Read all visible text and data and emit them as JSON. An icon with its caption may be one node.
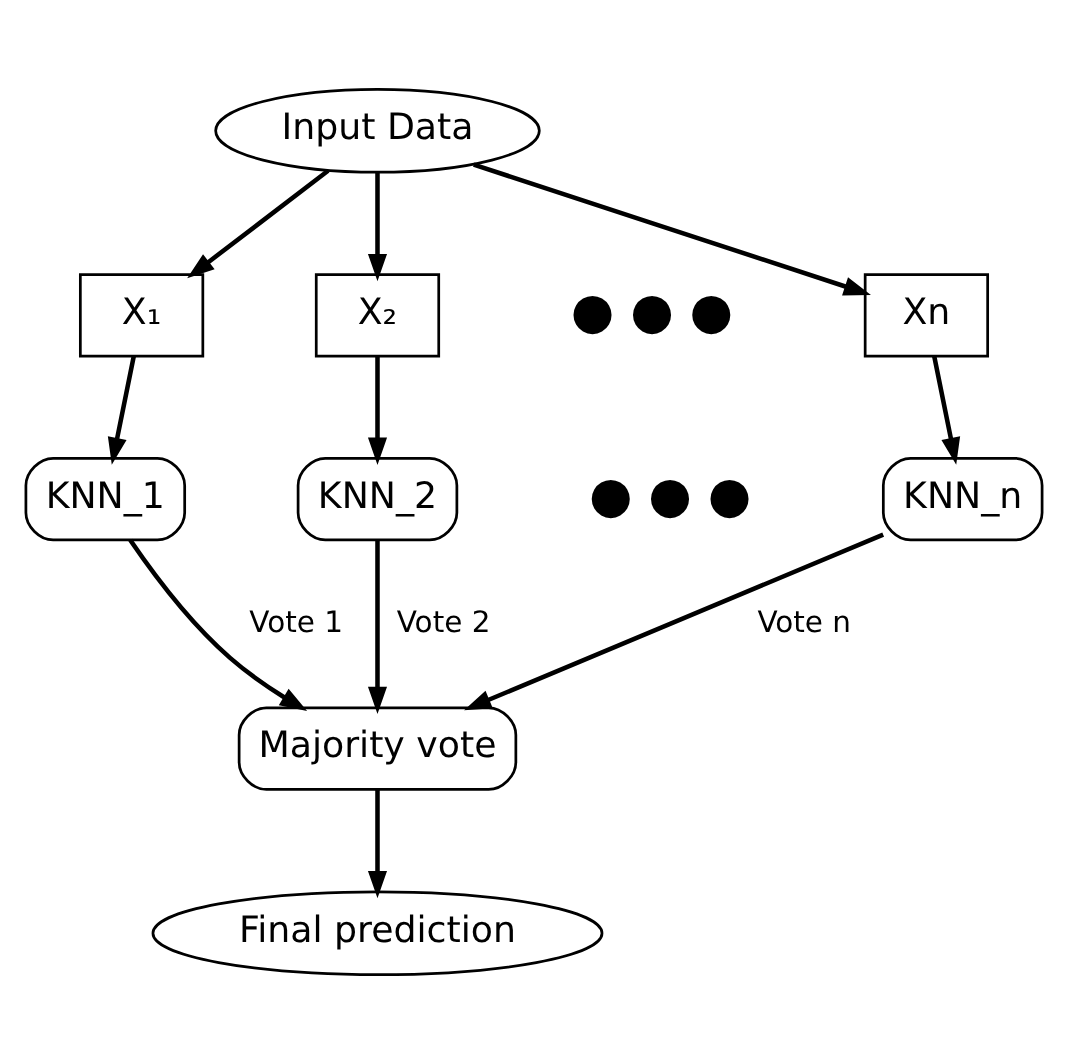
{
  "diagram": {
    "nodes": [
      {
        "text": [
          "Input Data"
        ]
      },
      {
        "text": [
          "X₁"
        ]
      },
      {
        "text": [
          "X₂"
        ]
      },
      {
        "text": [
          "Xn"
        ]
      },
      {
        "text": [
          "KNN_1"
        ]
      },
      {
        "text": [
          "KNN_2"
        ]
      },
      {
        "text": [
          "KNN_n"
        ]
      },
      {
        "text": [
          "Majority vote"
        ]
      },
      {
        "text": [
          "Final prediction"
        ]
      }
    ],
    "edges": [
      {
        "from": 0,
        "to": 1,
        "arrow": "to"
      },
      {
        "from": 0,
        "to": 2,
        "arrow": "to"
      },
      {
        "from": 0,
        "to": 3,
        "arrow": "to"
      },
      {
        "from": 1,
        "to": 4,
        "arrow": "to"
      },
      {
        "from": 2,
        "to": 5,
        "arrow": "to"
      },
      {
        "from": 3,
        "to": 6,
        "arrow": "to"
      },
      {
        "from": 4,
        "to": 7,
        "arrow": "to",
        "label": "Vote 1"
      },
      {
        "from": 5,
        "to": 7,
        "arrow": "to",
        "label": "Vote 2"
      },
      {
        "from": 6,
        "to": 7,
        "arrow": "to",
        "label": "Vote n"
      },
      {
        "from": 7,
        "to": 8,
        "arrow": "to"
      }
    ],
    "labels": [
      "● ● ●",
      "● ● ●"
    ]
  }
}
